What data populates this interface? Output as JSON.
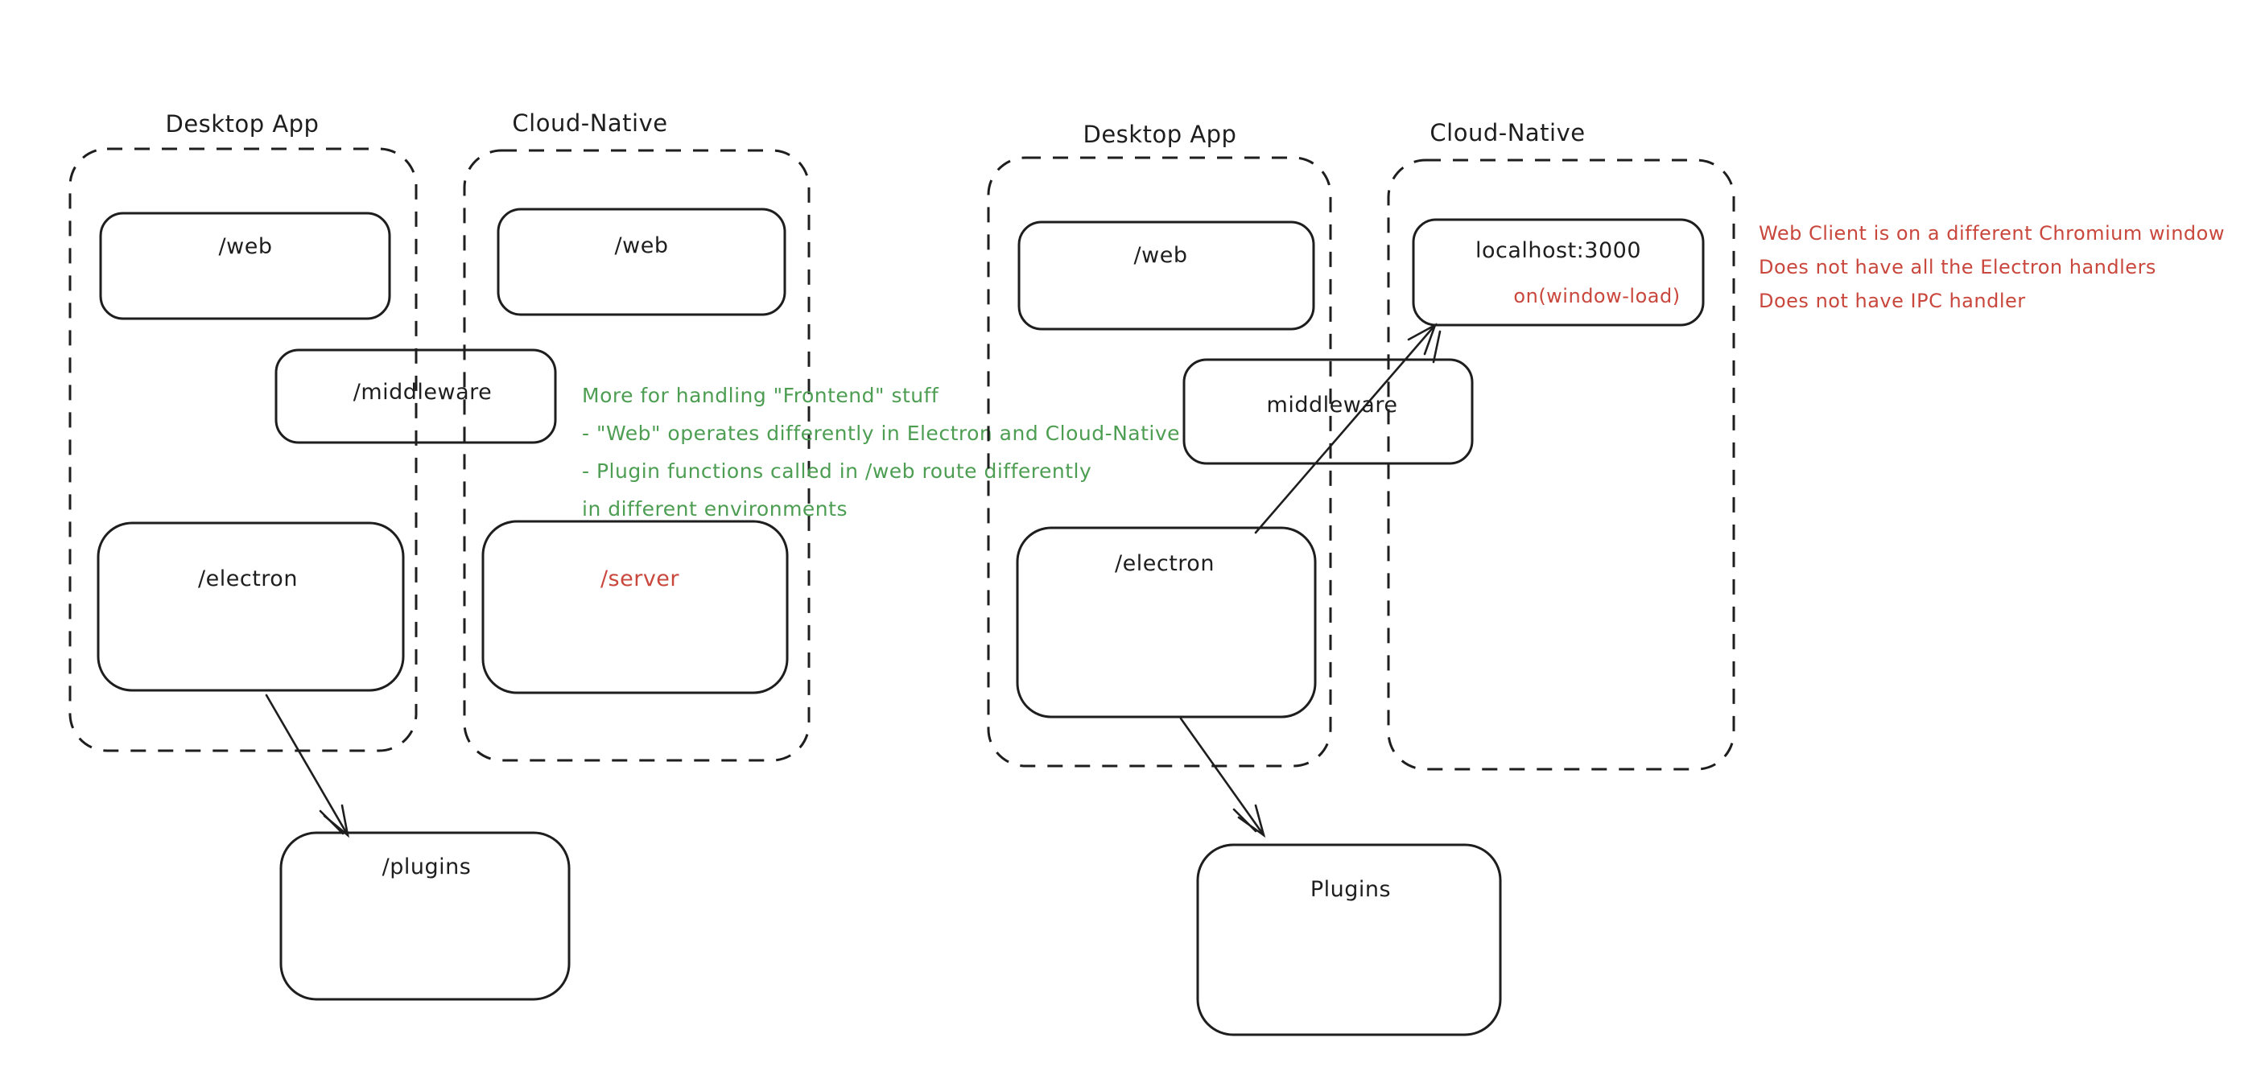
{
  "colors": {
    "ink": "#1e1e1e",
    "green": "#4d9e53",
    "red": "#c9473c",
    "background": "#ffffff"
  },
  "left_diagram": {
    "desktop_group": {
      "label": "Desktop App"
    },
    "cloud_group": {
      "label": "Cloud-Native"
    },
    "boxes": {
      "desktop_web": "/web",
      "cloud_web": "/web",
      "middleware": "/middleware",
      "electron": "/electron",
      "server": "/server",
      "plugins": "/plugins"
    },
    "note_green": {
      "lines": [
        "More for handling \"Frontend\" stuff",
        "- \"Web\" operates differently in Electron and Cloud-Native",
        "- Plugin functions called in /web route differently",
        "in different environments"
      ]
    }
  },
  "right_diagram": {
    "desktop_group": {
      "label": "Desktop App"
    },
    "cloud_group": {
      "label": "Cloud-Native"
    },
    "boxes": {
      "desktop_web": "/web",
      "localhost": "localhost:3000",
      "onload": "on(window-load)",
      "middleware": "middleware",
      "electron": "/electron",
      "plugins": "Plugins"
    },
    "note_red": {
      "lines": [
        "Web Client is on a different Chromium window",
        "Does not have all the Electron handlers",
        "Does not have IPC handler"
      ]
    }
  }
}
